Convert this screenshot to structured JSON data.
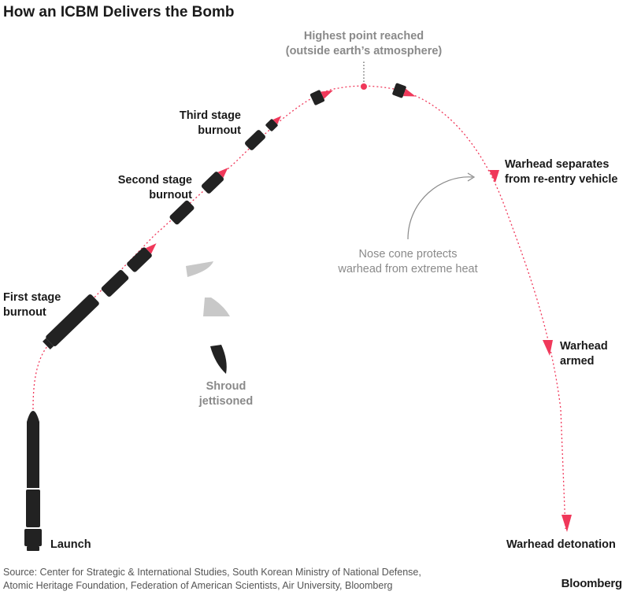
{
  "title": "How an ICBM Delivers the Bomb",
  "labels": {
    "highest_point": [
      "Highest point reached",
      "(outside earth’s atmosphere)"
    ],
    "third_stage": [
      "Third stage",
      "burnout"
    ],
    "second_stage": [
      "Second stage",
      "burnout"
    ],
    "first_stage": [
      "First stage",
      "burnout"
    ],
    "shroud": [
      "Shroud",
      "jettisoned"
    ],
    "warhead_separates": [
      "Warhead separates",
      "from re-entry vehicle"
    ],
    "nose_cone": [
      "Nose cone protects",
      "warhead from extreme heat"
    ],
    "warhead_armed": [
      "Warhead",
      "armed"
    ],
    "launch": "Launch",
    "detonation": "Warhead detonation"
  },
  "source": [
    "Source: Center for Strategic & International Studies, South Korean Ministry of National Defense,",
    "Atomic Heritage Foundation, Federation of American Scientists, Air University, Bloomberg"
  ],
  "brand": "Bloomberg",
  "colors": {
    "accent": "#f0385a",
    "rocket": "#222222",
    "shroud": "#c8c8c8",
    "text_gray": "#8a8a8a"
  }
}
